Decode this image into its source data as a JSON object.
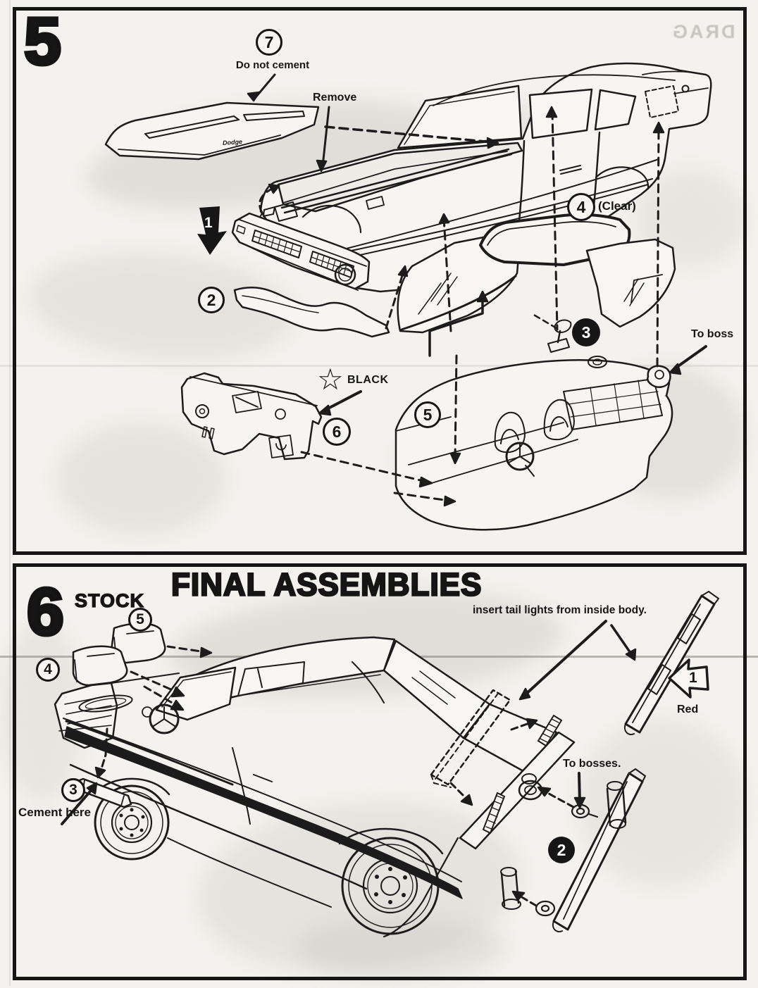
{
  "page": {
    "paper_color": "#f3f1ed",
    "ink_color": "#1a1a1a"
  },
  "step5": {
    "step_number": "5",
    "labels": {
      "do_not_cement": "Do not cement",
      "remove": "Remove",
      "clear_note": "(Clear)",
      "to_boss": "To boss",
      "paint_black": "BLACK",
      "hood_script": "Dodge"
    },
    "callouts": {
      "c1": "1",
      "c2": "2",
      "c3": "3",
      "c4": "4",
      "c5": "5",
      "c6": "6",
      "c7": "7"
    }
  },
  "step6": {
    "step_number": "6",
    "variant": "STOCK",
    "title": "FINAL ASSEMBLIES",
    "labels": {
      "insert_tail_lights": "insert tail lights from inside body.",
      "red_note": "Red",
      "to_bosses": "To bosses.",
      "cement_here": "Cement here"
    },
    "callouts": {
      "c1": "1",
      "c2": "2",
      "c3": "3",
      "c4": "4",
      "c5": "5"
    }
  },
  "icons": {
    "paint_star": "☆"
  },
  "ghost": {
    "bleed_text": "DRAG"
  }
}
